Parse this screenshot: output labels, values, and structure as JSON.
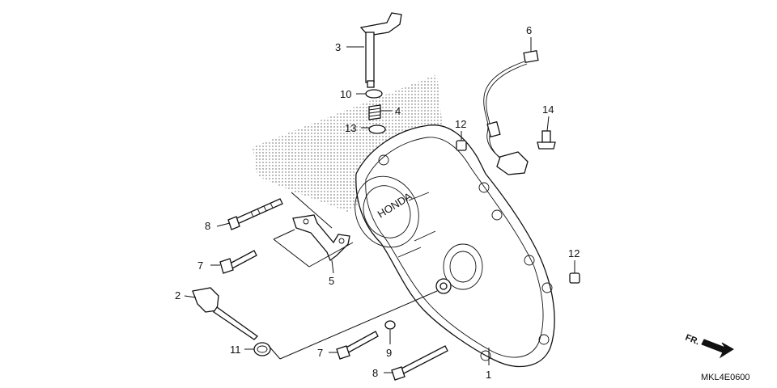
{
  "diagram": {
    "callouts": [
      {
        "id": "1",
        "label": "1"
      },
      {
        "id": "2",
        "label": "2"
      },
      {
        "id": "3",
        "label": "3"
      },
      {
        "id": "4",
        "label": "4"
      },
      {
        "id": "5",
        "label": "5"
      },
      {
        "id": "6",
        "label": "6"
      },
      {
        "id": "7a",
        "label": "7"
      },
      {
        "id": "7b",
        "label": "7"
      },
      {
        "id": "8a",
        "label": "8"
      },
      {
        "id": "8b",
        "label": "8"
      },
      {
        "id": "9",
        "label": "9"
      },
      {
        "id": "10",
        "label": "10"
      },
      {
        "id": "11",
        "label": "11"
      },
      {
        "id": "12a",
        "label": "12"
      },
      {
        "id": "12b",
        "label": "12"
      },
      {
        "id": "13",
        "label": "13"
      },
      {
        "id": "14",
        "label": "14"
      }
    ],
    "cover_logo_text": "HONDA",
    "direction_label": "FR.",
    "diagram_code": "MKL4E0600"
  }
}
